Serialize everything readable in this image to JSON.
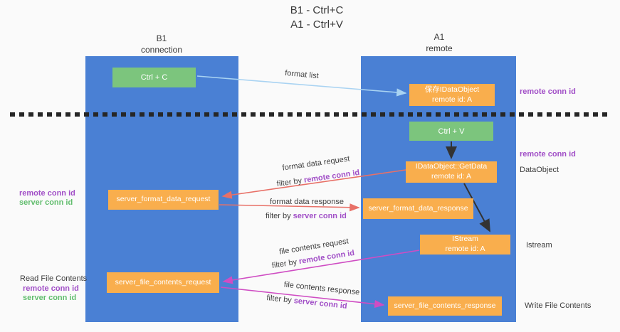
{
  "title": {
    "line1": "B1 - Ctrl+C",
    "line2": "A1 - Ctrl+V"
  },
  "columns": {
    "left": {
      "header_line1": "B1",
      "header_line2": "connection"
    },
    "right": {
      "header_line1": "A1",
      "header_line2": "remote"
    }
  },
  "boxes": {
    "ctrl_c": "Ctrl + C",
    "ctrl_v": "Ctrl + V",
    "saved_dataobject": {
      "line1": "保存IDataObject",
      "line2": "remote id: A"
    },
    "getdata": {
      "line1": "IDataObject::GetData",
      "line2": "remote id: A"
    },
    "istream": {
      "line1": "IStream",
      "line2": "remote id: A"
    },
    "server_format_data_request": "server_format_data_request",
    "server_format_data_response": "server_format_data_response",
    "server_file_contents_request": "server_file_contents_request",
    "server_file_contents_response": "server_file_contents_response"
  },
  "side_labels": {
    "right_remote_conn_top": "remote conn id",
    "right_remote_conn_mid": "remote conn id",
    "right_dataobject": "DataObject",
    "right_istream": "Istream",
    "right_write_file": "Write File Contents",
    "left_remote_conn_top": "remote conn id",
    "left_server_conn_top": "server conn id",
    "left_read_file": "Read File Contents",
    "left_remote_conn_bottom": "remote conn id",
    "left_server_conn_bottom": "server conn id"
  },
  "arrow_labels": {
    "format_list": "format list",
    "format_data_request": "format data request",
    "format_data_request_filter_prefix": "filter by ",
    "format_data_request_filter_key": "remote conn id",
    "format_data_response": "format data response",
    "format_data_response_filter_prefix": "filter by ",
    "format_data_response_filter_key": "server conn id",
    "file_contents_request": "file contents request",
    "file_contents_request_filter_prefix": "filter by ",
    "file_contents_request_filter_key": "remote conn id",
    "file_contents_response": "file contents response",
    "file_contents_response_filter_prefix": "filter by ",
    "file_contents_response_filter_key": "server conn id"
  },
  "colors": {
    "column_blue": "#4a80d4",
    "node_orange": "#f9ae4d",
    "node_green": "#7cc57d",
    "arrow_light_blue": "#a9d3f2",
    "arrow_red": "#e87067",
    "arrow_magenta": "#cf4dc3",
    "arrow_black": "#333333",
    "label_purple": "#a14fc7",
    "label_green": "#61bd6d"
  }
}
